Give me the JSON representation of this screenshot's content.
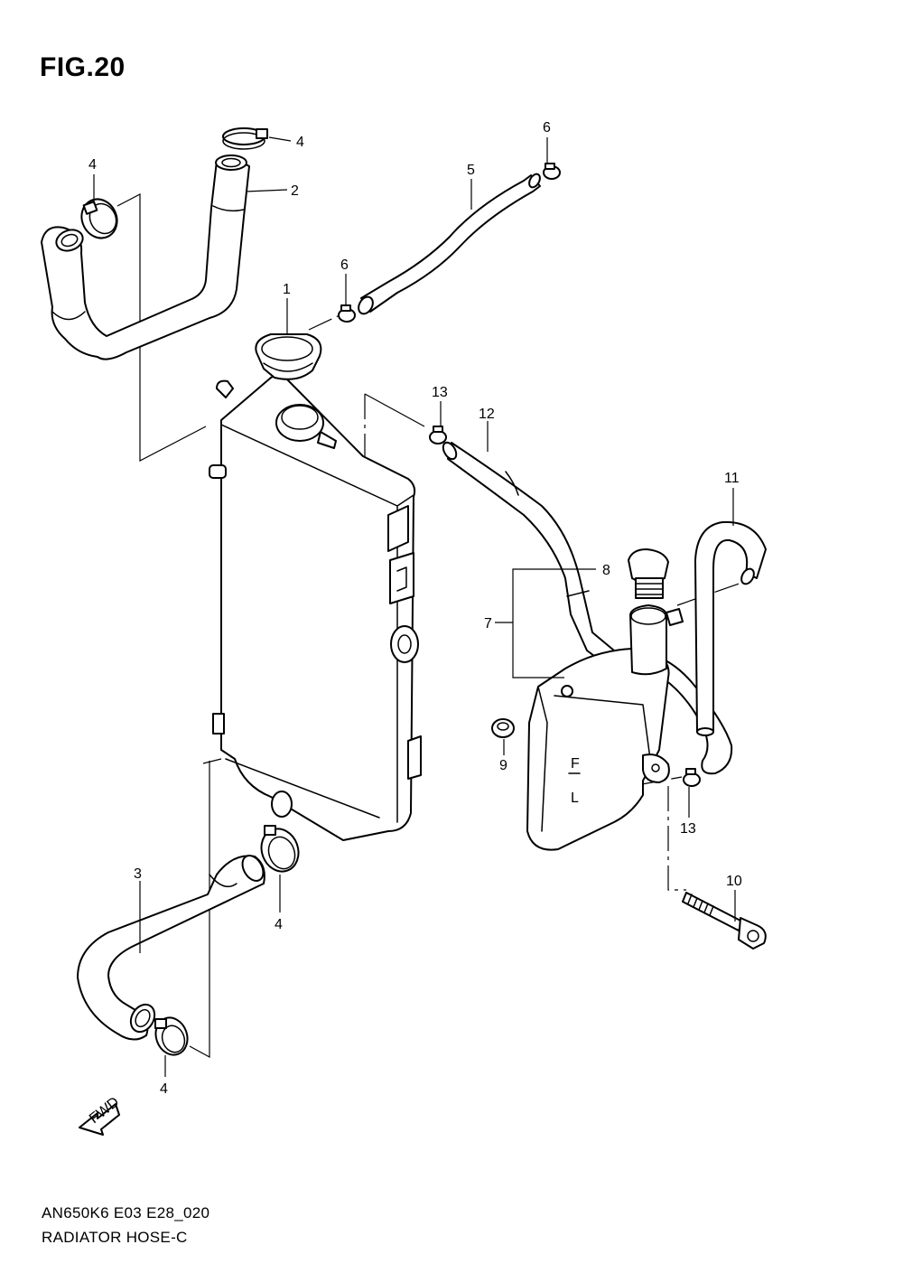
{
  "figure": {
    "title": "FIG.20",
    "code": "AN650K6 E03 E28_020",
    "name": "RADIATOR HOSE-C",
    "fwd_label": "FWD"
  },
  "callouts": [
    {
      "id": "c1",
      "text": "1"
    },
    {
      "id": "c2",
      "text": "2"
    },
    {
      "id": "c3",
      "text": "3"
    },
    {
      "id": "c4a",
      "text": "4"
    },
    {
      "id": "c4b",
      "text": "4"
    },
    {
      "id": "c4c",
      "text": "4"
    },
    {
      "id": "c4d",
      "text": "4"
    },
    {
      "id": "c5",
      "text": "5"
    },
    {
      "id": "c6a",
      "text": "6"
    },
    {
      "id": "c6b",
      "text": "6"
    },
    {
      "id": "c7",
      "text": "7"
    },
    {
      "id": "c8",
      "text": "8"
    },
    {
      "id": "c9",
      "text": "9"
    },
    {
      "id": "c10",
      "text": "10"
    },
    {
      "id": "c11",
      "text": "11"
    },
    {
      "id": "c12",
      "text": "12"
    },
    {
      "id": "c13a",
      "text": "13"
    },
    {
      "id": "c13b",
      "text": "13"
    }
  ],
  "reservoir_marks": {
    "full": "F",
    "low": "L"
  }
}
